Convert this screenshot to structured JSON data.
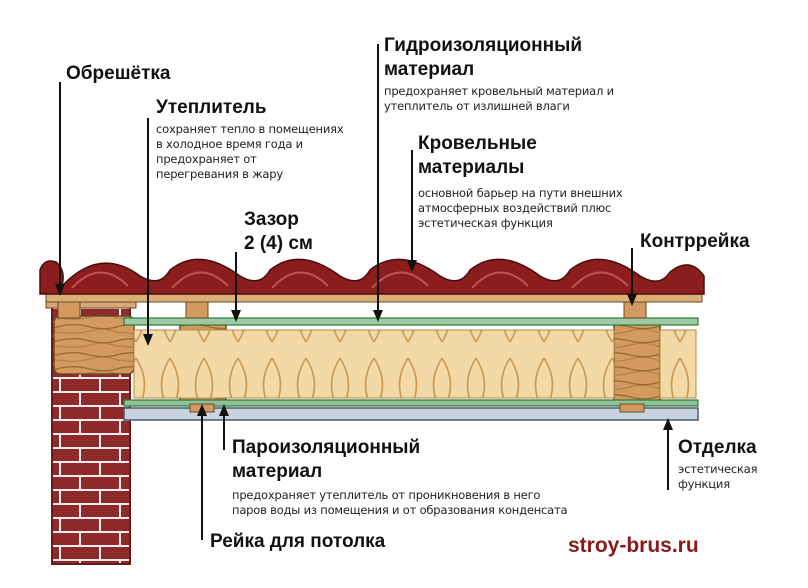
{
  "labels": {
    "obreshetka": {
      "title": "Обрешётка"
    },
    "uteplitel": {
      "title": "Утеплитель",
      "desc": [
        "сохраняет тепло в помещениях",
        "в холодное время года и",
        "предохраняет от",
        "перегревания в жару"
      ]
    },
    "gidro": {
      "title": [
        "Гидроизоляционный",
        "материал"
      ],
      "desc": [
        "предохраняет кровельный материал и",
        "утеплитель от излишней влаги"
      ]
    },
    "krovelnye": {
      "title": [
        "Кровельные",
        "материалы"
      ],
      "desc": [
        "основной барьер на пути внешних",
        "атмосферных воздействий плюс",
        "эстетическая функция"
      ]
    },
    "zazor": {
      "title": [
        "Зазор",
        "2 (4) см"
      ]
    },
    "kontrreyka": {
      "title": "Контррейка"
    },
    "paro": {
      "title": [
        "Пароизоляционный",
        "материал"
      ],
      "desc": [
        "предохраняет утеплитель от проникновения в него",
        "паров воды из помещения и от образования конденсата"
      ]
    },
    "otdelka": {
      "title": "Отделка",
      "desc": [
        "эстетическая",
        "функция"
      ]
    },
    "reyka": {
      "title": "Рейка для потолка"
    }
  },
  "website": "stroy-brus.ru",
  "colors": {
    "tile": "#8c1d1d",
    "brick": "#8e2a2a",
    "wood": "#d29a5e",
    "insulation": "#f1d39b",
    "membrane": "#4aa058",
    "finish": "#c9d3df"
  }
}
